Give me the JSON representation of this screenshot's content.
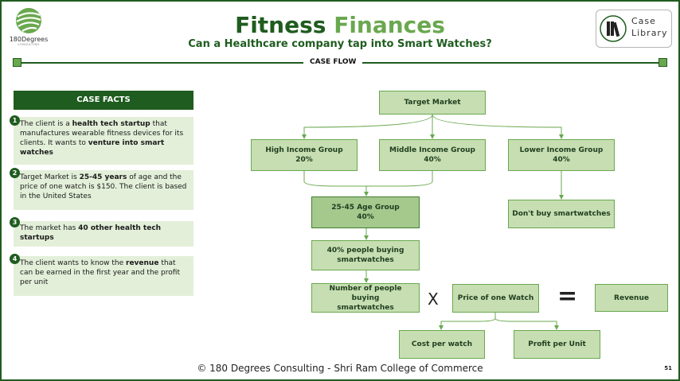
{
  "brand": {
    "name": "180Degrees",
    "sub": "CONSULTING"
  },
  "title": {
    "part1": "Fitness",
    "part2": "Finances"
  },
  "subtitle": "Can a Healthcare company tap into Smart Watches?",
  "case_library": {
    "line1": "Case",
    "line2": "Library"
  },
  "case_flow_label": "CASE FLOW",
  "case_facts": {
    "header": "CASE FACTS",
    "items": [
      {
        "num": "1",
        "parts": [
          {
            "t": "The client is a ",
            "b": false
          },
          {
            "t": "health tech startup",
            "b": true
          },
          {
            "t": " that manufactures wearable fitness devices for its clients. It wants to ",
            "b": false
          },
          {
            "t": "venture into smart watches",
            "b": true
          }
        ]
      },
      {
        "num": "2",
        "parts": [
          {
            "t": "Target Market is ",
            "b": false
          },
          {
            "t": "25-45 years",
            "b": true
          },
          {
            "t": " of age and the price of one watch is $150. The client is based in the United States",
            "b": false
          }
        ]
      },
      {
        "num": "3",
        "parts": [
          {
            "t": "The market has ",
            "b": false
          },
          {
            "t": "40 other health tech startups",
            "b": true
          }
        ]
      },
      {
        "num": "4",
        "parts": [
          {
            "t": "The client wants to know the ",
            "b": false
          },
          {
            "t": "revenue",
            "b": true
          },
          {
            "t": " that can be earned in the first year and the profit per unit",
            "b": false
          }
        ]
      }
    ]
  },
  "diagram": {
    "target_market": "Target Market",
    "high_income": {
      "label": "High Income Group",
      "pct": "20%"
    },
    "middle_income": {
      "label": "Middle Income Group",
      "pct": "40%"
    },
    "lower_income": {
      "label": "Lower Income Group",
      "pct": "40%"
    },
    "age_group": {
      "label": "25-45 Age Group",
      "pct": "40%"
    },
    "dont_buy": "Don't buy smartwatches",
    "pct_buying": {
      "line1": "40% people buying",
      "line2": "smartwatches"
    },
    "num_buying": {
      "line1": "Number of people buying",
      "line2": "smartwatches"
    },
    "times": "X",
    "price": "Price of one Watch",
    "equals": "=",
    "revenue": "Revenue",
    "cost_per_watch": "Cost per watch",
    "profit_per_unit": "Profit per Unit"
  },
  "footer": "© 180 Degrees Consulting - Shri Ram College of Commerce",
  "page_number": "51"
}
